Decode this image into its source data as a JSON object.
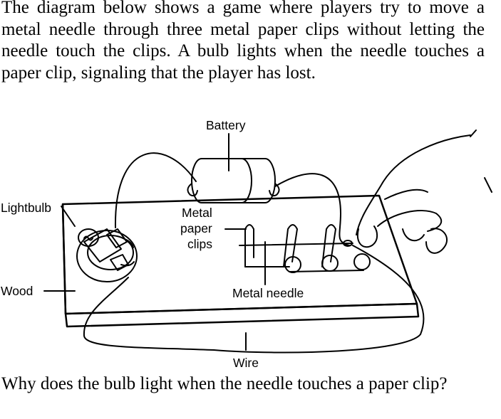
{
  "intro": "The diagram below shows a game where players try to move a metal needle through three metal paper clips without letting the needle touch the clips.  A bulb lights when the needle touches a paper clip, signaling that the player has lost.",
  "diagram": {
    "labels": {
      "battery": "Battery",
      "lightbulb": "Lightbulb",
      "clips_line1": "Metal",
      "clips_line2": "paper",
      "clips_line3": "clips",
      "wood": "Wood",
      "needle": "Metal needle",
      "wire": "Wire"
    }
  },
  "question": "Why does the bulb light when the needle touches a paper clip?"
}
